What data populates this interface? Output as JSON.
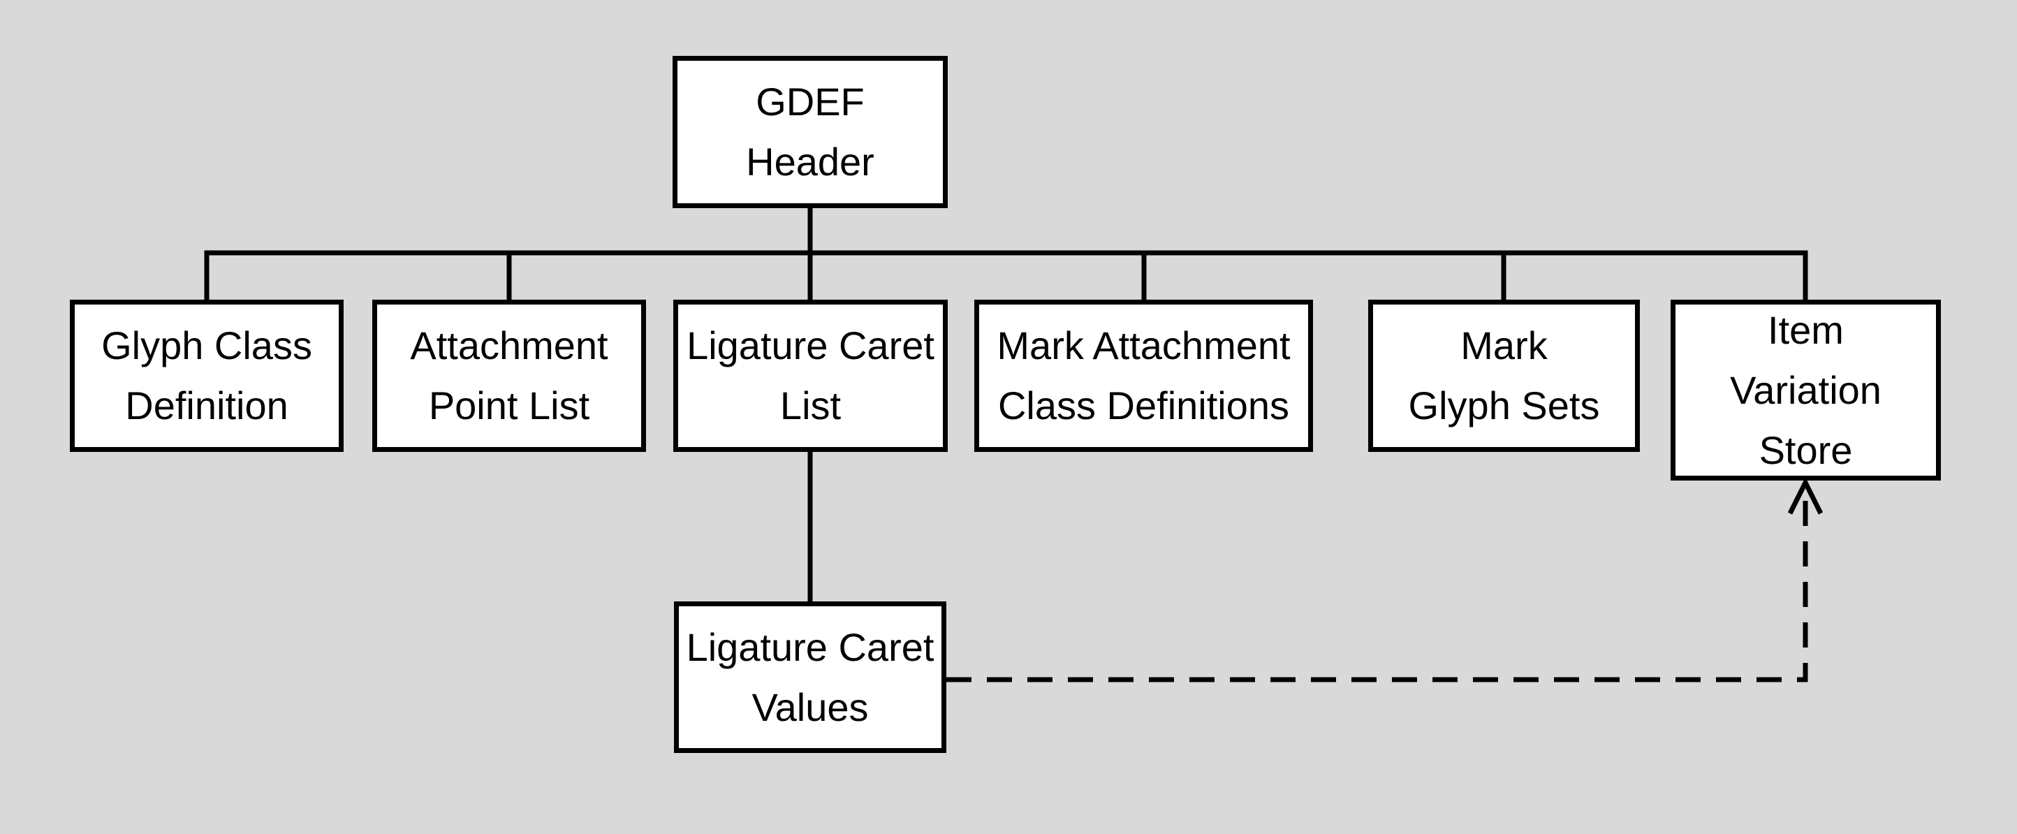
{
  "colors": {
    "background": "#d9d9d9",
    "box_fill": "#ffffff",
    "box_border": "#000000",
    "line": "#000000",
    "text": "#000000"
  },
  "nodes": [
    {
      "id": "gdef-header",
      "label": "GDEF\nHeader"
    },
    {
      "id": "glyph-class-definition",
      "label": "Glyph Class\nDefinition"
    },
    {
      "id": "attachment-point-list",
      "label": "Attachment\nPoint List"
    },
    {
      "id": "ligature-caret-list",
      "label": "Ligature Caret\nList"
    },
    {
      "id": "mark-attachment-class-definitions",
      "label": "Mark Attachment\nClass Definitions"
    },
    {
      "id": "mark-glyph-sets",
      "label": "Mark\nGlyph Sets"
    },
    {
      "id": "item-variation-store",
      "label": "Item\nVariation\nStore"
    },
    {
      "id": "ligature-caret-values",
      "label": "Ligature Caret\nValues"
    }
  ],
  "edges": [
    {
      "from": "gdef-header",
      "to": "glyph-class-definition",
      "style": "solid"
    },
    {
      "from": "gdef-header",
      "to": "attachment-point-list",
      "style": "solid"
    },
    {
      "from": "gdef-header",
      "to": "ligature-caret-list",
      "style": "solid"
    },
    {
      "from": "gdef-header",
      "to": "mark-attachment-class-definitions",
      "style": "solid"
    },
    {
      "from": "gdef-header",
      "to": "mark-glyph-sets",
      "style": "solid"
    },
    {
      "from": "gdef-header",
      "to": "item-variation-store",
      "style": "solid"
    },
    {
      "from": "ligature-caret-list",
      "to": "ligature-caret-values",
      "style": "solid"
    },
    {
      "from": "ligature-caret-values",
      "to": "item-variation-store",
      "style": "dashed-arrow"
    }
  ]
}
